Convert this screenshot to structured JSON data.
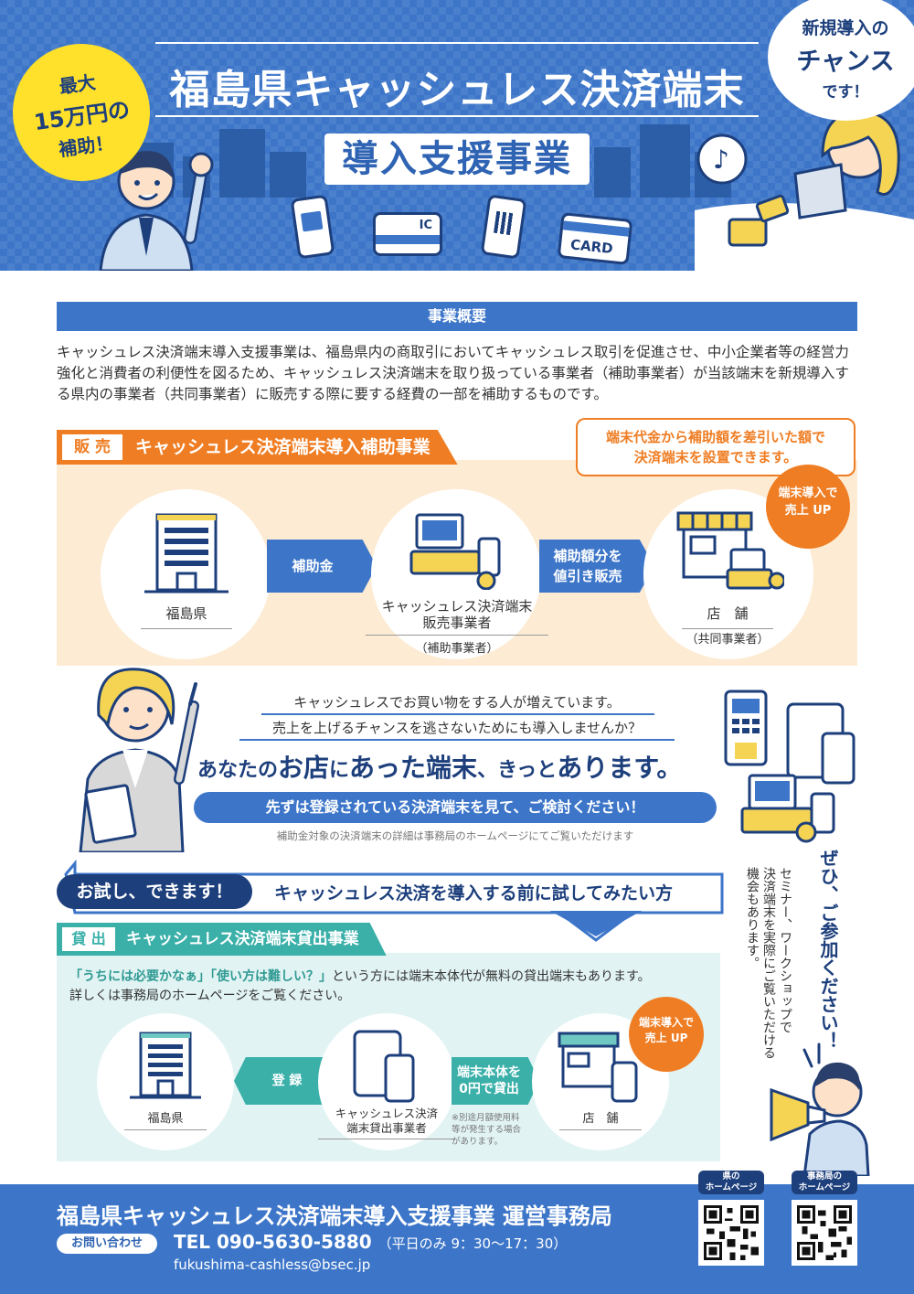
{
  "header": {
    "badge_left": [
      "最大",
      "15万円の",
      "補助！"
    ],
    "badge_right": [
      "新規導入の",
      "チャンス",
      "です！"
    ],
    "title": "福島県キャッシュレス決済端末",
    "subtitle": "導入支援事業",
    "card_label": "CARD",
    "ic_label": "IC"
  },
  "overview": {
    "heading": "事業概要",
    "body": "キャッシュレス決済端末導入支援事業は、福島県内の商取引においてキャッシュレス取引を促進させ、中小企業者等の経営力強化と消費者の利便性を図るため、キャッシュレス決済端末を取り扱っている事業者（補助事業者）が当該端末を新規導入する県内の事業者（共同事業者）に販売する際に要する経費の一部を補助するものです。"
  },
  "sales": {
    "tag": "販 売",
    "title": "キャッシュレス決済端末導入補助事業",
    "callout": [
      "端末代金から補助額を差引いた額で",
      "決済端末を設置できます。"
    ],
    "burst": [
      "端末導入で",
      "売上 UP"
    ],
    "node1": "福島県",
    "arrow1": "補助金",
    "node2": [
      "キャッシュレス決済端末",
      "販売事業者"
    ],
    "node2_sub": "（補助事業者）",
    "arrow2": [
      "補助額分を",
      "値引き販売"
    ],
    "node3": "店　舗",
    "node3_sub": "（共同事業者）"
  },
  "middle": {
    "line1": "キャッシュレスでお買い物をする人が増えています。",
    "line2": "売上を上げるチャンスを逃さないためにも導入しませんか？",
    "phrase": [
      {
        "t": "あなたの",
        "l": false
      },
      {
        "t": "お店",
        "l": true
      },
      {
        "t": "に",
        "l": false
      },
      {
        "t": "あった端末",
        "l": true
      },
      {
        "t": "、きっと",
        "l": false
      },
      {
        "t": "あります。",
        "l": true
      }
    ],
    "pill": "先ずは登録されている決済端末を見て、ご検討ください！",
    "note": "補助金対象の決済端末の詳細は事務局のホームページにてご覧いただけます"
  },
  "rental": {
    "try_pill": "お試し、できます！",
    "try_text": "キャッシュレス決済を導入する前に試してみたい方",
    "tag": "貸 出",
    "title": "キャッシュレス決済端末貸出事業",
    "text_hl": "「うちには必要かなぁ」「使い方は難しい？」",
    "text_rest": "という方には端末本体代が無料の貸出端末もあります。",
    "text_line2": "詳しくは事務局のホームページをご覧ください。",
    "node1": "福島県",
    "arrow1": "登 録",
    "node2": [
      "キャッシュレス決済",
      "端末貸出事業者"
    ],
    "arrow2": [
      "端末本体を",
      "0円で貸出"
    ],
    "node3": "店　舗",
    "burst": [
      "端末導入で",
      "売上 UP"
    ],
    "footnote": [
      "※別途月額使用料",
      "等が発生する場合",
      "があります。"
    ]
  },
  "side": {
    "bold": "ぜひ、ご参加ください！",
    "text": [
      "セミナー、ワークショップで",
      "決済端末を実際にご覧いただける",
      "機会もあります。"
    ]
  },
  "footer": {
    "title": "福島県キャッシュレス決済端末導入支援事業 運営事務局",
    "contact_label": "お問い合わせ",
    "tel": "TEL 090-5630-5880",
    "hours": "（平日のみ 9：30～17：30）",
    "email": "fukushima-cashless@bsec.jp",
    "qr1_label": [
      "県の",
      "ホームページ"
    ],
    "qr2_label": [
      "事務局の",
      "ホームページ"
    ]
  },
  "colors": {
    "primary_blue": "#3d76c9",
    "navy": "#1d3f7c",
    "orange": "#ef7d23",
    "teal": "#3ab0a9",
    "yellow": "#ffe02a"
  }
}
